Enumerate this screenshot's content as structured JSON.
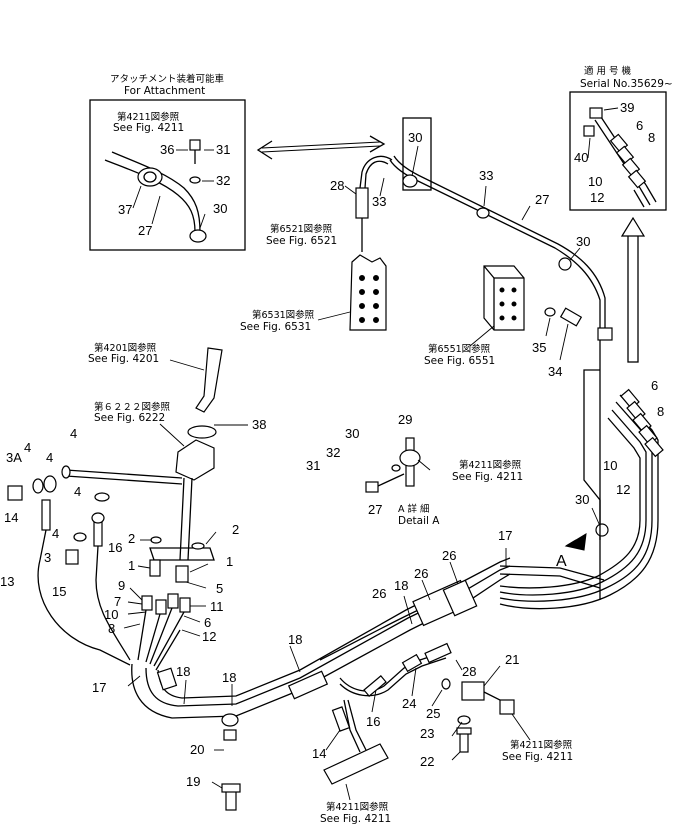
{
  "inset_attachment": {
    "title_jp": "アタッチメント装着可能車",
    "title_en": "For Attachment",
    "ref_jp": "第4211図参照",
    "ref_en": "See Fig. 4211"
  },
  "inset_serial": {
    "title_jp": "適 用 号 機",
    "title_en": "Serial No.35629~"
  },
  "references": [
    {
      "jp": "第6521図参照",
      "en": "See Fig. 6521"
    },
    {
      "jp": "第6531図参照",
      "en": "See Fig. 6531"
    },
    {
      "jp": "第6551図参照",
      "en": "See Fig. 6551"
    },
    {
      "jp": "第4201図参照",
      "en": "See Fig. 4201"
    },
    {
      "jp": "第６２２２図参照",
      "en": "See Fig. 6222"
    },
    {
      "jp": "第4211図参照",
      "en": "See Fig. 4211"
    },
    {
      "jp": "第4211図参照",
      "en": "See Fig. 4211"
    },
    {
      "jp": "第4211図参照",
      "en": "See Fig. 4211"
    }
  ],
  "detail": {
    "jp": "A 詳 細",
    "en": "Detail A",
    "arrow_label": "A"
  },
  "callouts": {
    "c31a": "31",
    "c36": "36",
    "c32": "32",
    "c37": "37",
    "c27a": "27",
    "c30a": "30",
    "c39": "39",
    "c6a": "6",
    "c8a": "8",
    "c40": "40",
    "c10a": "10",
    "c12a": "12",
    "c30b": "30",
    "c33a": "33",
    "c28a": "28",
    "c33b": "33",
    "c27b": "27",
    "c30c": "30",
    "c35": "35",
    "c34": "34",
    "c6b": "6",
    "c8b": "8",
    "c10b": "10",
    "c12b": "12",
    "c30d": "30",
    "c29": "29",
    "c30e": "30",
    "c32b": "32",
    "c31b": "31",
    "c27c": "27",
    "c38": "38",
    "c3A": "3A",
    "c4a": "4",
    "c4b": "4",
    "c4c": "4",
    "c4d": "4",
    "c14a": "14",
    "c3": "3",
    "c16a": "16",
    "c2a": "2",
    "c2b": "2",
    "c1a": "1",
    "c1b": "1",
    "c13": "13",
    "c15": "15",
    "c9": "9",
    "c7": "7",
    "c10c": "10",
    "c8c": "8",
    "c5": "5",
    "c11": "11",
    "c6c": "6",
    "c12c": "12",
    "c17a": "17",
    "c17b": "17",
    "c18a": "18",
    "c18b": "18",
    "c18c": "18",
    "c18d": "18",
    "c26a": "26",
    "c26b": "26",
    "c26c": "26",
    "c20": "20",
    "c19": "19",
    "c28b": "28",
    "c21": "21",
    "c24": "24",
    "c25": "25",
    "c16b": "16",
    "c14b": "14",
    "c23": "23",
    "c22": "22"
  }
}
